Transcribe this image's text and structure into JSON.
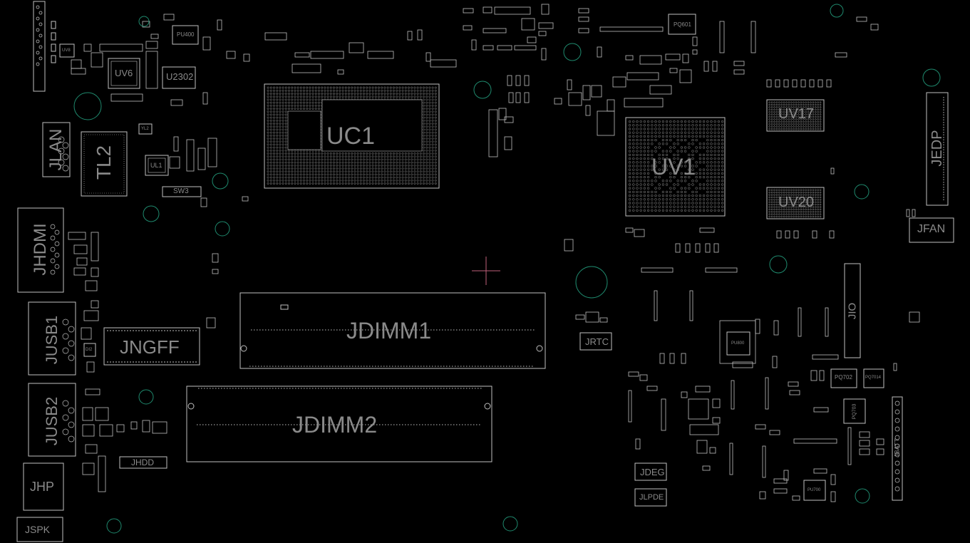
{
  "board": {
    "background": "#000000",
    "outline_color": "#bfbfbf",
    "label_color": "#8a8a8a",
    "via_color": "#1f8a6e",
    "cursor_color": "#c0607a"
  },
  "components": {
    "uc1": "UC1",
    "uv1": "UV1",
    "uv17": "UV17",
    "uv20": "UV20",
    "uv6": "UV6",
    "u2302": "U2302",
    "tl2": "TL2",
    "jlan": "JLAN",
    "jhdmi": "JHDMI",
    "jusb1": "JUSB1",
    "jusb2": "JUSB2",
    "jngff": "JNGFF",
    "jdimm1": "JDIMM1",
    "jdimm2": "JDIMM2",
    "jhp": "JHP",
    "jspk": "JSPK",
    "jhdd": "JHDD",
    "jedp": "JEDP",
    "jfan": "JFAN",
    "jio": "JIO",
    "jrtc": "JRTC",
    "jdeg": "JDEG",
    "jlpde": "JLPDE",
    "sw3": "SW3",
    "ul1": "UL1",
    "pu400": "PU400",
    "pq601": "PQ601",
    "pq702": "PQ702",
    "pq703": "PQ703",
    "pq7014": "PQ7014",
    "pu800": "PU800",
    "pu700": "PU700",
    "uv8": "UV8",
    "yl2": "YL2",
    "di2": "DI2",
    "jbatt": "JBATT"
  }
}
